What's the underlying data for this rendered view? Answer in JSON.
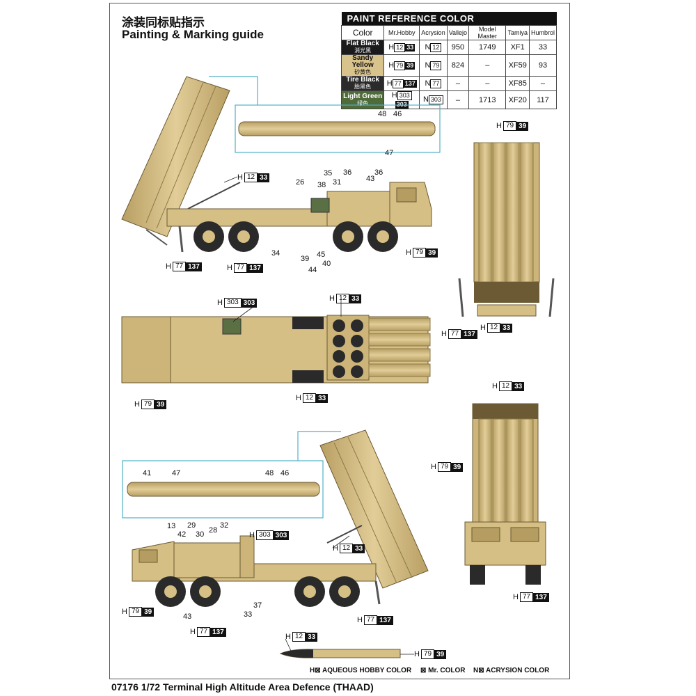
{
  "header": {
    "title_cn": "涂装同标贴指示",
    "title_en": "Painting & Marking guide"
  },
  "paint_table": {
    "title": "PAINT  REFERENCE COLOR",
    "columns": [
      "Color",
      "Mr.Hobby",
      "Acrysion",
      "Vallejo",
      "Model Master",
      "Tamiya",
      "Humbrol"
    ],
    "rows": [
      {
        "name": "Flat Black",
        "name_cn": "消光黑",
        "swatch": "#1a1a1a",
        "text_color": "#ffffff",
        "h_prefix": "H",
        "h_code": "12",
        "h_code2": "33",
        "n_prefix": "N",
        "n_code": "12",
        "vallejo": "950",
        "model_master": "1749",
        "tamiya": "XF1",
        "humbrol": "33"
      },
      {
        "name": "Sandy Yellow",
        "name_cn": "砂黄色",
        "swatch": "#d9c38c",
        "text_color": "#111111",
        "h_prefix": "H",
        "h_code": "79",
        "h_code2": "39",
        "n_prefix": "N",
        "n_code": "79",
        "vallejo": "824",
        "model_master": "–",
        "tamiya": "XF59",
        "humbrol": "93"
      },
      {
        "name": "Tire Black",
        "name_cn": "胎黑色",
        "swatch": "#2b2b2b",
        "text_color": "#ffffff",
        "h_prefix": "H",
        "h_code": "77",
        "h_code2": "137",
        "n_prefix": "N",
        "n_code": "77",
        "vallejo": "–",
        "model_master": "–",
        "tamiya": "XF85",
        "humbrol": "–"
      },
      {
        "name": "Light Green",
        "name_cn": "绿色",
        "swatch": "#4f6b3a",
        "text_color": "#ffffff",
        "h_prefix": "H",
        "h_code": "303",
        "h_code2": "303",
        "n_prefix": "N",
        "n_code": "303",
        "vallejo": "–",
        "model_master": "1713",
        "tamiya": "XF20",
        "humbrol": "117"
      }
    ]
  },
  "callouts": [
    {
      "id": "c1",
      "h": "H",
      "a": "12",
      "b": "33"
    },
    {
      "id": "c2",
      "h": "H",
      "a": "77",
      "b": "137"
    },
    {
      "id": "c3",
      "h": "H",
      "a": "77",
      "b": "137"
    },
    {
      "id": "c4",
      "h": "H",
      "a": "79",
      "b": "39"
    },
    {
      "id": "c5",
      "h": "H",
      "a": "79",
      "b": "39"
    },
    {
      "id": "c6",
      "h": "H",
      "a": "12",
      "b": "33"
    },
    {
      "id": "c7",
      "h": "H",
      "a": "77",
      "b": "137"
    },
    {
      "id": "c8",
      "h": "H",
      "a": "303",
      "b": "303"
    },
    {
      "id": "c9",
      "h": "H",
      "a": "12",
      "b": "33"
    },
    {
      "id": "c10",
      "h": "H",
      "a": "12",
      "b": "33"
    },
    {
      "id": "c11",
      "h": "H",
      "a": "79",
      "b": "39"
    },
    {
      "id": "c12",
      "h": "H",
      "a": "12",
      "b": "33"
    },
    {
      "id": "c13",
      "h": "H",
      "a": "79",
      "b": "39"
    },
    {
      "id": "c14",
      "h": "H",
      "a": "303",
      "b": "303"
    },
    {
      "id": "c15",
      "h": "H",
      "a": "12",
      "b": "33"
    },
    {
      "id": "c16",
      "h": "H",
      "a": "79",
      "b": "39"
    },
    {
      "id": "c17",
      "h": "H",
      "a": "77",
      "b": "137"
    },
    {
      "id": "c18",
      "h": "H",
      "a": "77",
      "b": "137"
    },
    {
      "id": "c19",
      "h": "H",
      "a": "77",
      "b": "137"
    },
    {
      "id": "c20",
      "h": "H",
      "a": "12",
      "b": "33"
    },
    {
      "id": "c21",
      "h": "H",
      "a": "79",
      "b": "39"
    }
  ],
  "decal_numbers": {
    "n48a": "48",
    "n46a": "46",
    "n47a": "47",
    "n26": "26",
    "n35": "35",
    "n38": "38",
    "n31": "31",
    "n36a": "36",
    "n43a": "43",
    "n36b": "36",
    "n34": "34",
    "n39": "39",
    "n45": "45",
    "n40": "40",
    "n44": "44",
    "n41": "41",
    "n47b": "47",
    "n48b": "48",
    "n46b": "46",
    "n13": "13",
    "n42": "42",
    "n29": "29",
    "n30": "30",
    "n28": "28",
    "n32": "32",
    "n43b": "43",
    "n33": "33",
    "n37": "37"
  },
  "legend": {
    "hobby": "H⊠ AQUEOUS HOBBY COLOR",
    "mr": "⊠ Mr. COLOR",
    "acrysion": "N⊠ ACRYSION COLOR"
  },
  "footer": {
    "text": "07176 1/72  Terminal High Altitude Area Defence (THAAD)"
  },
  "colors": {
    "sand": "#d6bf85",
    "sand_dark": "#b59d62",
    "tire": "#2a2a2a",
    "green": "#5a7044",
    "inset_border": "#4fb0c8"
  }
}
